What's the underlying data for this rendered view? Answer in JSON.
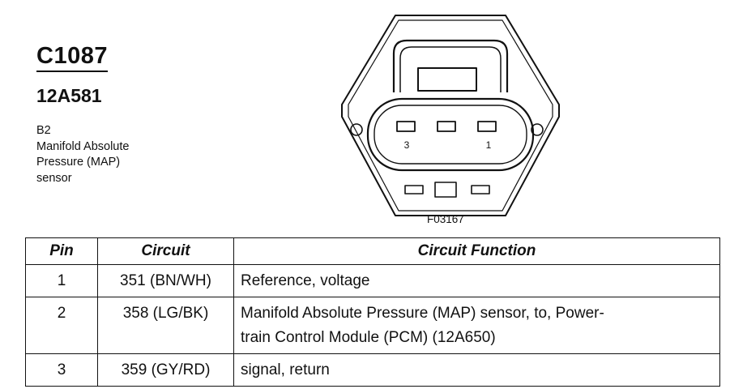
{
  "connector": {
    "id": "C1087",
    "part_number": "12A581",
    "component_lines": [
      "B2",
      "Manifold Absolute",
      "Pressure (MAP)",
      "sensor"
    ]
  },
  "figure": {
    "id": "F03167",
    "pin_labels": {
      "left": "3",
      "right": "1"
    }
  },
  "table": {
    "headers": {
      "pin": "Pin",
      "circuit": "Circuit",
      "function": "Circuit Function"
    },
    "rows": [
      {
        "pin": "1",
        "circuit": "351 (BN/WH)",
        "function_lines": [
          "Reference, voltage"
        ]
      },
      {
        "pin": "2",
        "circuit": "358 (LG/BK)",
        "function_lines": [
          "Manifold Absolute Pressure (MAP) sensor, to, Power-",
          "train Control Module (PCM) (12A650)"
        ]
      },
      {
        "pin": "3",
        "circuit": "359 (GY/RD)",
        "function_lines": [
          "signal, return"
        ]
      }
    ]
  }
}
